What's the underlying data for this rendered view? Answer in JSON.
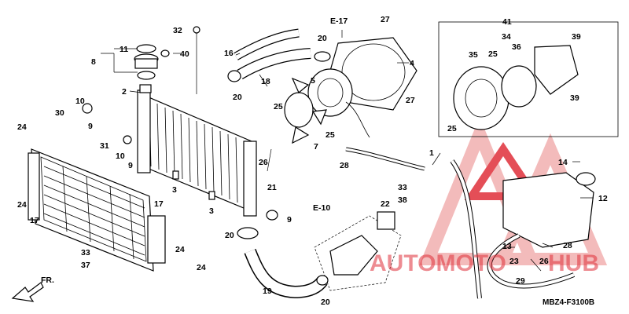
{
  "diagram": {
    "callouts": [
      {
        "id": "c1",
        "text": "1"
      },
      {
        "id": "c2",
        "text": "2"
      },
      {
        "id": "c3a",
        "text": "3"
      },
      {
        "id": "c3b",
        "text": "3"
      },
      {
        "id": "c4",
        "text": "4"
      },
      {
        "id": "c5",
        "text": "5"
      },
      {
        "id": "c7",
        "text": "7"
      },
      {
        "id": "c8",
        "text": "8"
      },
      {
        "id": "c9a",
        "text": "9"
      },
      {
        "id": "c9b",
        "text": "9"
      },
      {
        "id": "c9c",
        "text": "9"
      },
      {
        "id": "c10a",
        "text": "10"
      },
      {
        "id": "c10b",
        "text": "10"
      },
      {
        "id": "c11",
        "text": "11"
      },
      {
        "id": "c12",
        "text": "12"
      },
      {
        "id": "c13",
        "text": "13"
      },
      {
        "id": "c14",
        "text": "14"
      },
      {
        "id": "c16",
        "text": "16"
      },
      {
        "id": "c17a",
        "text": "17"
      },
      {
        "id": "c17b",
        "text": "17"
      },
      {
        "id": "c18",
        "text": "18"
      },
      {
        "id": "c19",
        "text": "19"
      },
      {
        "id": "c20a",
        "text": "20"
      },
      {
        "id": "c20b",
        "text": "20"
      },
      {
        "id": "c20c",
        "text": "20"
      },
      {
        "id": "c20d",
        "text": "20"
      },
      {
        "id": "c21",
        "text": "21"
      },
      {
        "id": "c22",
        "text": "22"
      },
      {
        "id": "c23",
        "text": "23"
      },
      {
        "id": "c24a",
        "text": "24"
      },
      {
        "id": "c24b",
        "text": "24"
      },
      {
        "id": "c24c",
        "text": "24"
      },
      {
        "id": "c24d",
        "text": "24"
      },
      {
        "id": "c25a",
        "text": "25"
      },
      {
        "id": "c25b",
        "text": "25"
      },
      {
        "id": "c25c",
        "text": "25"
      },
      {
        "id": "c25d",
        "text": "25"
      },
      {
        "id": "c26a",
        "text": "26"
      },
      {
        "id": "c26b",
        "text": "26"
      },
      {
        "id": "c27a",
        "text": "27"
      },
      {
        "id": "c27b",
        "text": "27"
      },
      {
        "id": "c28a",
        "text": "28"
      },
      {
        "id": "c28b",
        "text": "28"
      },
      {
        "id": "c29",
        "text": "29"
      },
      {
        "id": "c30",
        "text": "30"
      },
      {
        "id": "c31",
        "text": "31"
      },
      {
        "id": "c32",
        "text": "32"
      },
      {
        "id": "c33a",
        "text": "33"
      },
      {
        "id": "c33b",
        "text": "33"
      },
      {
        "id": "c34",
        "text": "34"
      },
      {
        "id": "c35",
        "text": "35"
      },
      {
        "id": "c36",
        "text": "36"
      },
      {
        "id": "c37",
        "text": "37"
      },
      {
        "id": "c38",
        "text": "38"
      },
      {
        "id": "c39a",
        "text": "39"
      },
      {
        "id": "c39b",
        "text": "39"
      },
      {
        "id": "c40",
        "text": "40"
      },
      {
        "id": "c41",
        "text": "41"
      }
    ],
    "references": [
      {
        "id": "e17",
        "text": "E-17"
      },
      {
        "id": "e10",
        "text": "E-10"
      }
    ],
    "front_indicator": "FR.",
    "drawing_code": "MBZ4-F3100B",
    "watermark": {
      "text_a": "AUTOMOTO",
      "text_b": "HUB",
      "color_main": "#e0303a",
      "color_soft": "#f2b0b0"
    }
  }
}
